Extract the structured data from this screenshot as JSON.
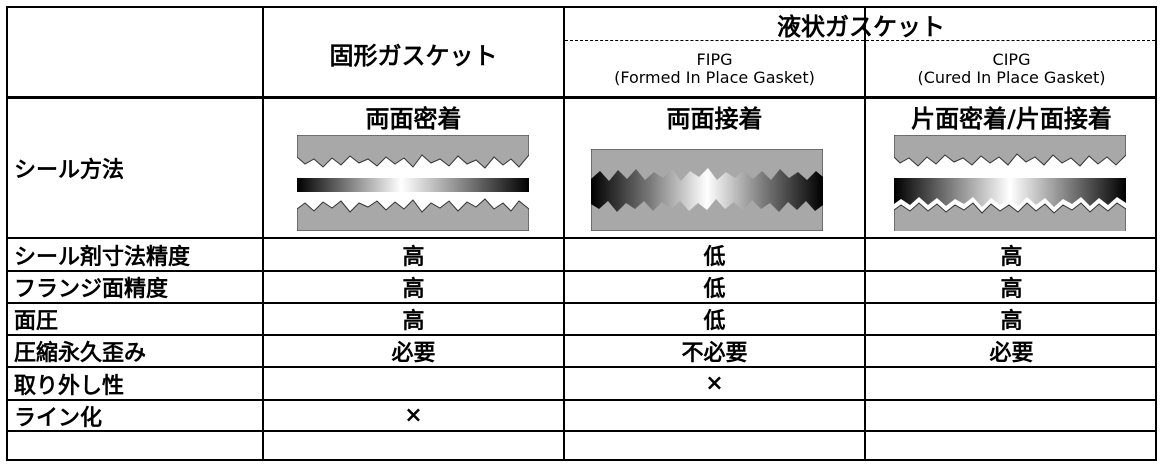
{
  "header": {
    "solid_gasket": "固形ガスケット",
    "liquid_gasket": "液状ガスケット",
    "fipg": {
      "code": "FIPG",
      "full": "(Formed In Place Gasket)"
    },
    "cipg": {
      "code": "CIPG",
      "full": "(Cured In Place Gasket)"
    }
  },
  "rows": [
    {
      "label": "シール方法",
      "values": [
        "両面密着",
        "両面接着",
        "片面密着/片面接着"
      ]
    },
    {
      "label": "シール剤寸法精度",
      "values": [
        "高",
        "低",
        "高"
      ]
    },
    {
      "label": "フランジ面精度",
      "values": [
        "高",
        "低",
        "高"
      ]
    },
    {
      "label": "面圧",
      "values": [
        "高",
        "低",
        "高"
      ]
    },
    {
      "label": "圧縮永久歪み",
      "values": [
        "必要",
        "不必要",
        "必要"
      ]
    },
    {
      "label": "取り外し性",
      "values": [
        "",
        "×",
        ""
      ]
    },
    {
      "label": "ライン化",
      "values": [
        "×",
        "",
        ""
      ]
    }
  ],
  "colors": {
    "flange": "#a8a8a8",
    "border": "#000000"
  }
}
